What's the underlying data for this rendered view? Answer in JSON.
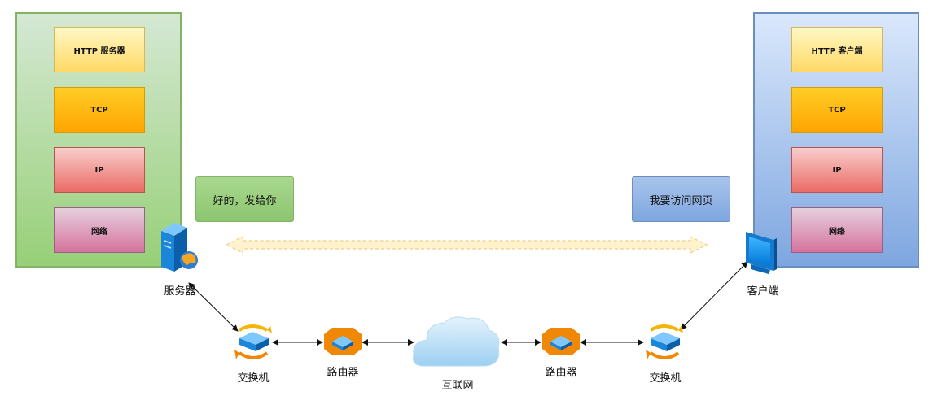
{
  "server_stack": {
    "layers": [
      "HTTP 服务器",
      "TCP",
      "IP",
      "网络"
    ]
  },
  "client_stack": {
    "layers": [
      "HTTP 客户端",
      "TCP",
      "IP",
      "网络"
    ]
  },
  "messages": {
    "reply": "好的，发给你",
    "request": "我要访问网页"
  },
  "nodes": {
    "server": "服务器",
    "client": "客户端",
    "switch_left": "交换机",
    "router_left": "路由器",
    "internet": "互联网",
    "router_right": "路由器",
    "switch_right": "交换机"
  },
  "colors": {
    "server_stack": "#97d077",
    "client_stack": "#7ea6e0",
    "http_layer": "#ffd966",
    "tcp_layer": "#ffa500",
    "ip_layer": "#ea6b66",
    "network_layer": "#d5739d",
    "router": "#f08705",
    "cloud": "#a9d8f5"
  },
  "icons": {
    "server": "server-icon",
    "client": "monitor-icon",
    "switch": "switch-icon",
    "router": "router-icon",
    "internet": "cloud-icon"
  }
}
